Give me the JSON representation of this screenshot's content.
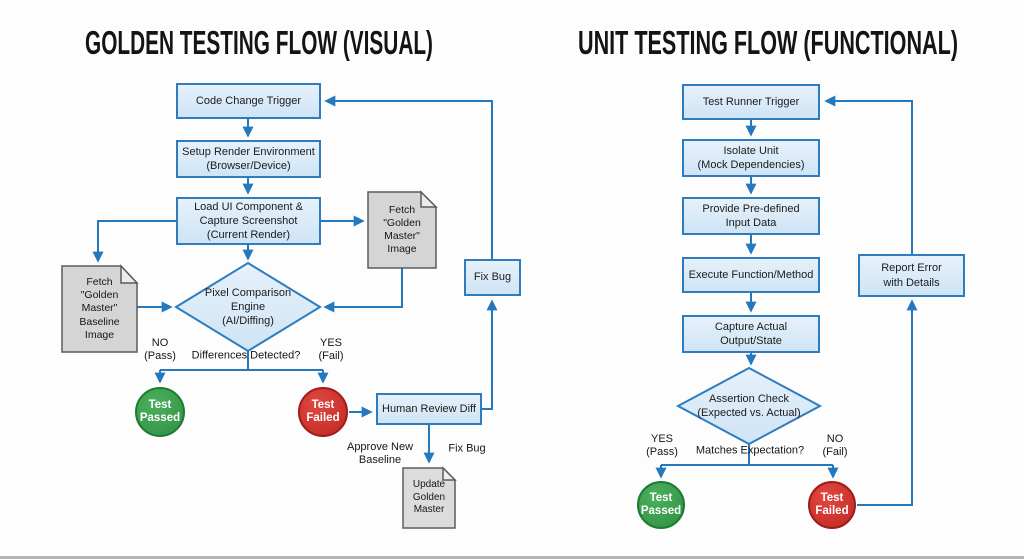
{
  "colors": {
    "line_blue": "#2478bd",
    "box_border": "#2e7cbe",
    "box_fill": "#d9eaf8",
    "doc_fill": "#d5d5d5",
    "doc_border": "#5c5c5c",
    "pass_green": "#2f8f41",
    "fail_red": "#c02722",
    "text": "#1b1b1b"
  },
  "left_chart": {
    "title": "GOLDEN TESTING FLOW (VISUAL)",
    "nodes": {
      "code_change": "Code Change Trigger",
      "setup_env": "Setup Render Environment\n(Browser/Device)",
      "load_ui": "Load UI Component &\nCapture Screenshot\n(Current Render)",
      "fetch_gm_image": "Fetch\n\"Golden\nMaster\"\nImage",
      "fetch_gm_baseline": "Fetch\n\"Golden\nMaster\"\nBaseline\nImage",
      "pixel_comparison": "Pixel Comparison\nEngine\n(AI/Diffing)",
      "test_passed": "Test\nPassed",
      "test_failed": "Test\nFailed",
      "human_review": "Human Review Diff",
      "fix_bug": "Fix Bug",
      "update_gm": "Update\nGolden\nMaster"
    },
    "labels": {
      "no_pass": "NO\n(Pass)",
      "question": "Differences Detected?",
      "yes_fail": "YES\n(Fail)",
      "approve_new_baseline": "Approve New\nBaseline",
      "fix_bug": "Fix Bug"
    }
  },
  "right_chart": {
    "title": "UNIT TESTING FLOW (FUNCTIONAL)",
    "nodes": {
      "test_runner": "Test Runner Trigger",
      "isolate_unit": "Isolate Unit\n(Mock Dependencies)",
      "provide_input": "Provide Pre-defined\nInput Data",
      "execute_fn": "Execute Function/Method",
      "capture_output": "Capture Actual\nOutput/State",
      "assertion_check": "Assertion Check\n(Expected vs. Actual)",
      "test_passed": "Test\nPassed",
      "test_failed": "Test\nFailed",
      "report_error": "Report Error\nwith Details"
    },
    "labels": {
      "yes_pass": "YES\n(Pass)",
      "question": "Matches Expectation?",
      "no_fail": "NO\n(Fail)"
    }
  }
}
